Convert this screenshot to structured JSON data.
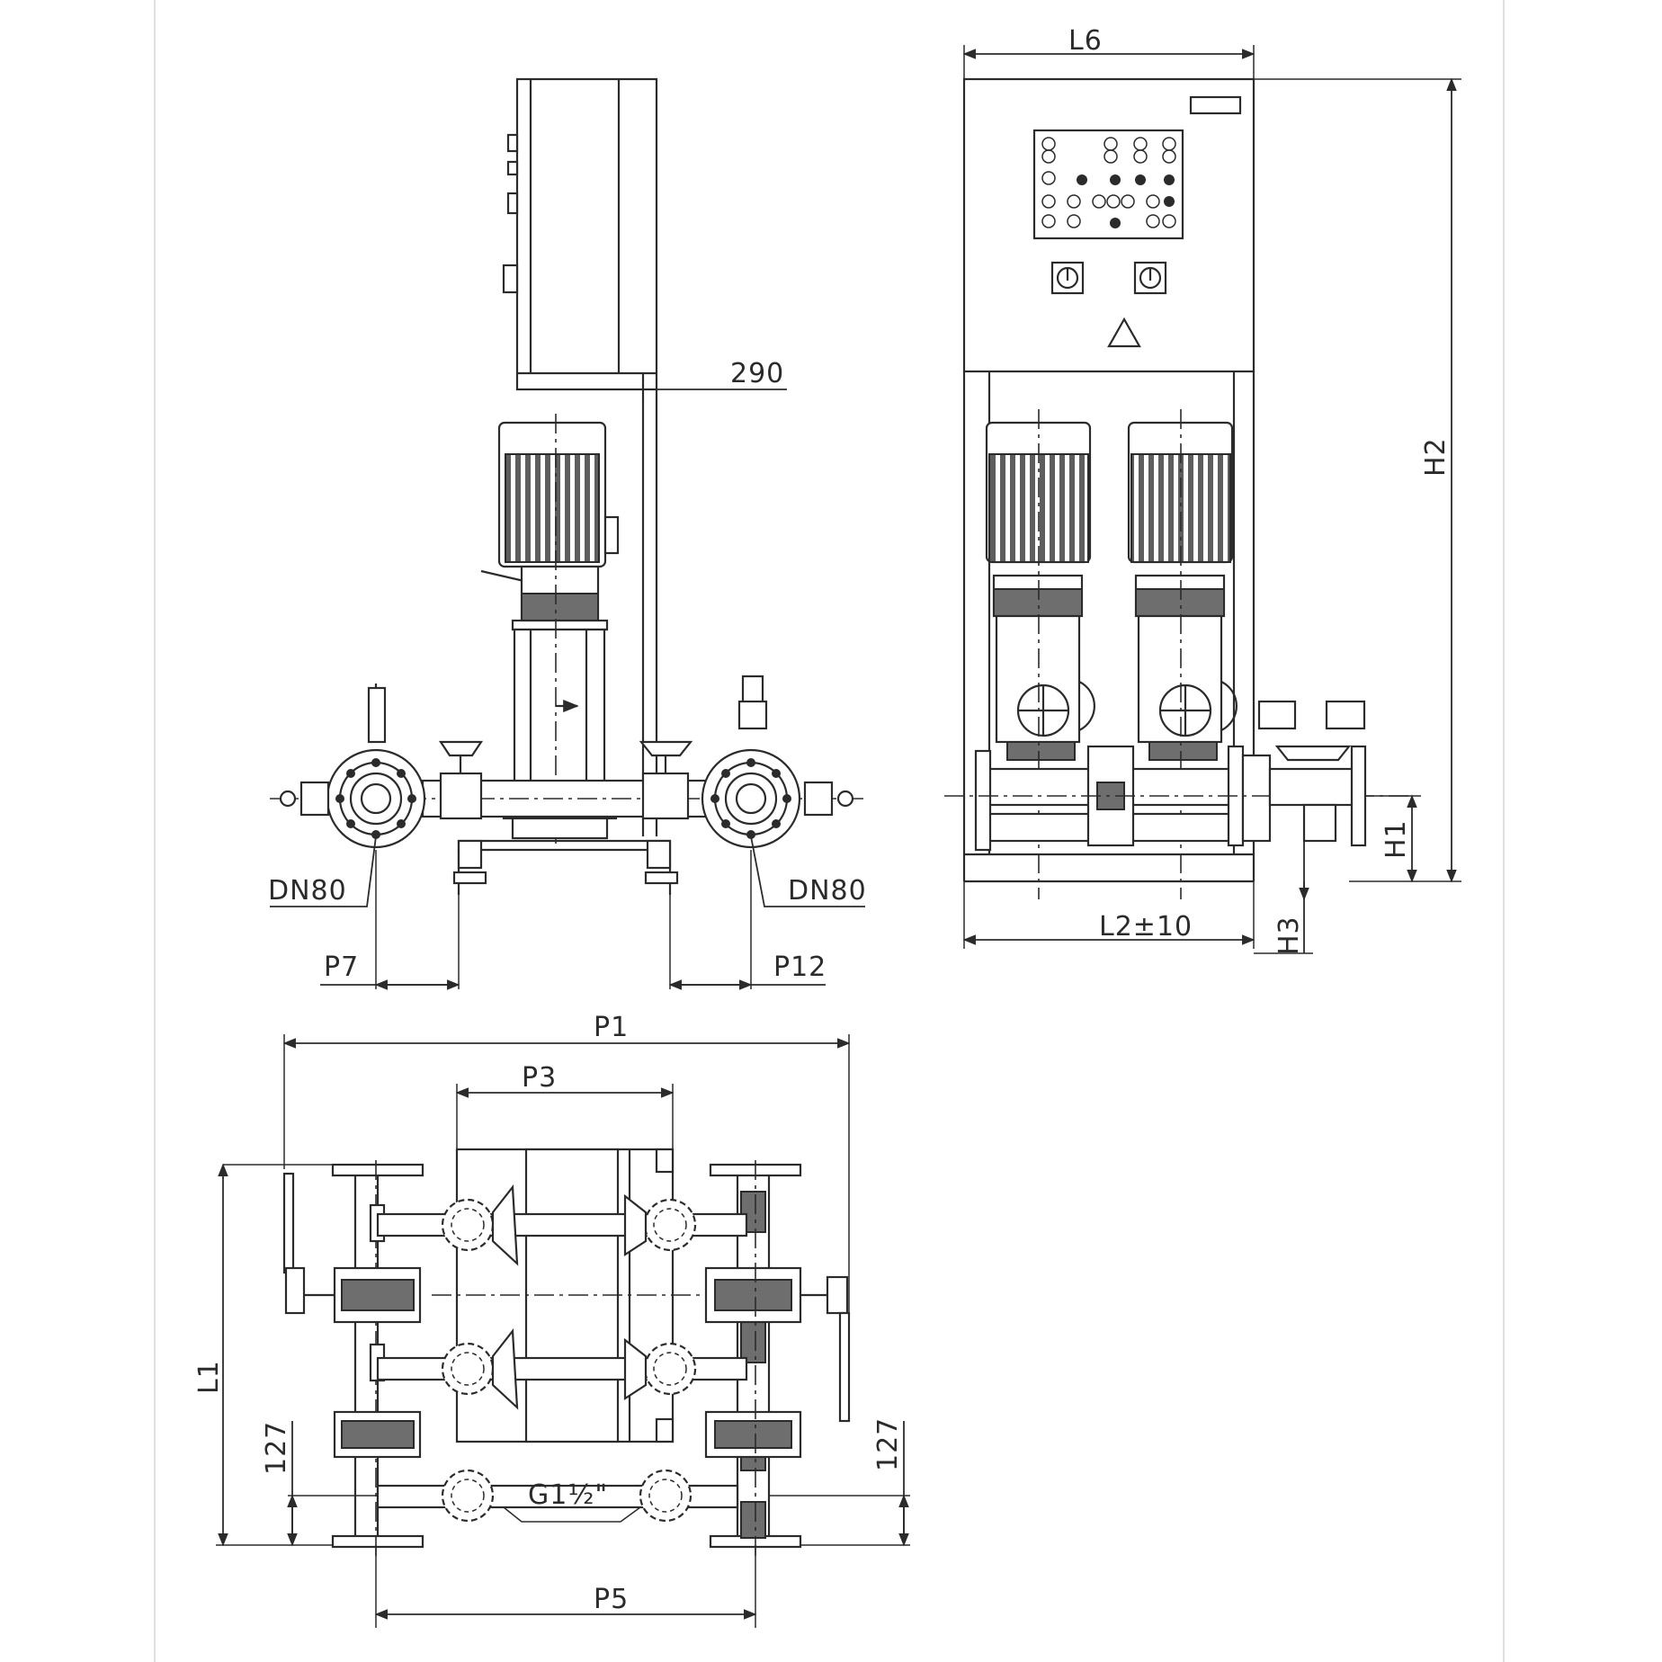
{
  "labels": {
    "l6": "L6",
    "h2": "H2",
    "h1": "H1",
    "h3": "H3",
    "l2": "L2±10",
    "d290": "290",
    "dn80_left": "DN80",
    "dn80_right": "DN80",
    "p7": "P7",
    "p12": "P12",
    "p1": "P1",
    "p3": "P3",
    "p5": "P5",
    "l1": "L1",
    "d127_left": "127",
    "d127_right": "127",
    "g": "G1½\""
  }
}
